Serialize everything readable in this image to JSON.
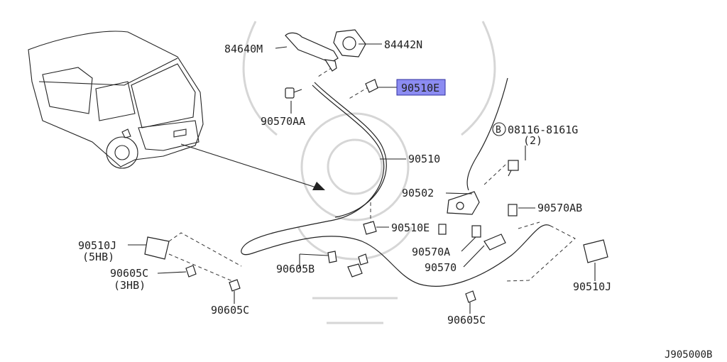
{
  "diagram": {
    "code": "J905000B",
    "labels": {
      "p84640M": "84640M",
      "p84442N": "84442N",
      "p90510E_top": "90510E",
      "p90570AA": "90570AA",
      "p08116": "08116-8161G",
      "p08116_b": "B",
      "p08116_qty": "(2)",
      "p90510": "90510",
      "p90502": "90502",
      "p90570AB": "90570AB",
      "p90510E_mid": "90510E",
      "p90510J_left": "90510J",
      "p90510J_left_note": "(5HB)",
      "p90605C_left": "90605C",
      "p90605C_left_note": "(3HB)",
      "p90605B": "90605B",
      "p90570A": "90570A",
      "p90570": "90570",
      "p90605C_bottom_left": "90605C",
      "p90605C_bottom_right": "90605C",
      "p90510J_right": "90510J"
    },
    "highlight": "90510E"
  }
}
